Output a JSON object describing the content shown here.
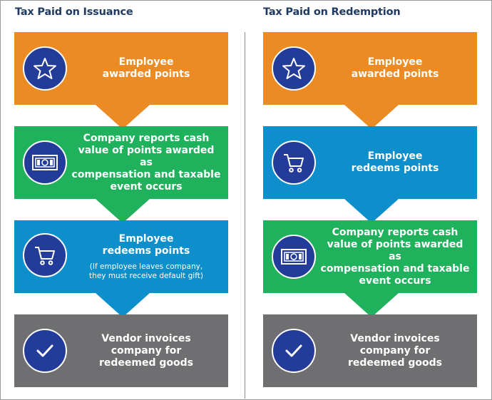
{
  "left": {
    "title": "Tax Paid on Issuance",
    "steps": [
      {
        "text": "Employee\nawarded points",
        "icon": "star-icon"
      },
      {
        "text": "Company reports cash\nvalue of points awarded as\ncompensation and taxable\nevent occurs",
        "icon": "cash-icon"
      },
      {
        "text": "Employee\nredeems points",
        "note": "(If employee leaves company,\nthey must receive default gift)",
        "icon": "cart-icon"
      },
      {
        "text": "Vendor invoices\ncompany for\nredeemed goods",
        "icon": "checkmark-icon"
      }
    ]
  },
  "right": {
    "title": "Tax Paid on Redemption",
    "steps": [
      {
        "text": "Employee\nawarded points",
        "icon": "star-icon"
      },
      {
        "text": "Employee\nredeems points",
        "icon": "cart-icon"
      },
      {
        "text": "Company reports cash\nvalue of points awarded as\ncompensation and taxable\nevent occurs",
        "icon": "cash-icon"
      },
      {
        "text": "Vendor invoices\ncompany for\nredeemed goods",
        "icon": "checkmark-icon"
      }
    ]
  },
  "colors": {
    "orange": "#ec8b23",
    "green": "#1fb15c",
    "blue": "#0c8fca",
    "gray": "#6f6e70",
    "circle": "#243c99",
    "title": "#1f3b63"
  }
}
